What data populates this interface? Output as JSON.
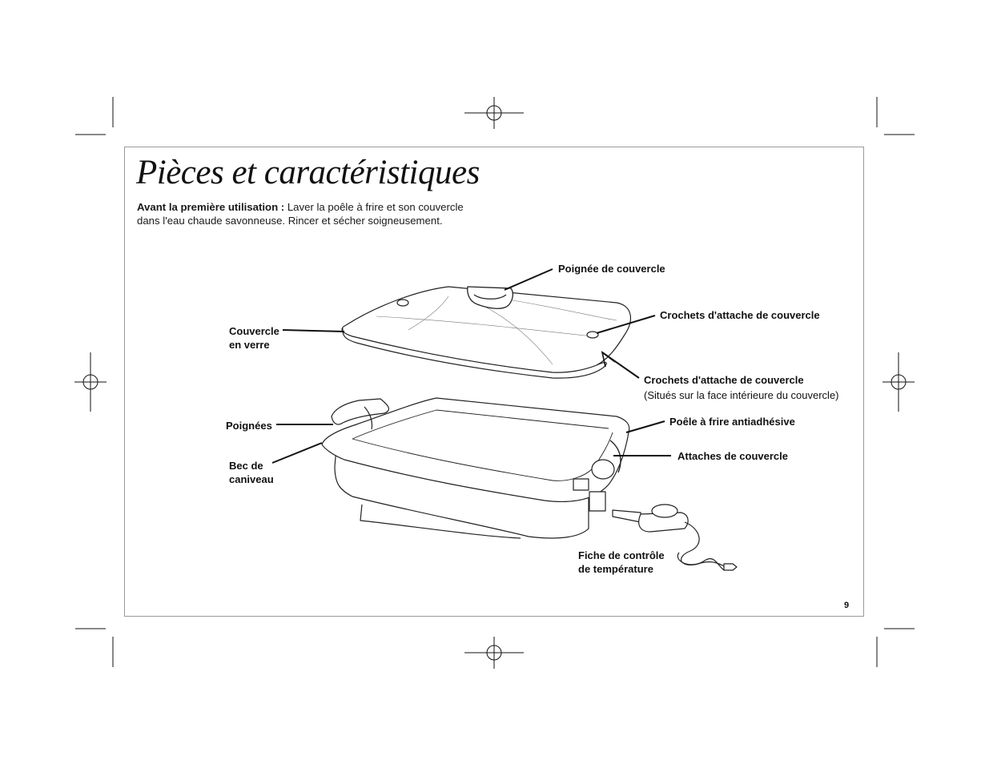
{
  "title": "Pièces et caractéristiques",
  "intro": {
    "bold_lead": "Avant la première utilisation :",
    "line1_rest": " Laver la poêle à frire et son couvercle",
    "line2": "dans l'eau chaude savonneuse. Rincer et sécher soigneusement."
  },
  "labels": {
    "lid_handle": "Poignée de couvercle",
    "lid_hooks_top": "Crochets d'attache de couvercle",
    "glass_lid_line1": "Couvercle",
    "glass_lid_line2": "en verre",
    "lid_hooks_inner": "Crochets d'attache de couvercle",
    "lid_hooks_inner_note": "(Situés sur la face intérieure du couvercle)",
    "handles": "Poignées",
    "nonstick_pan": "Poêle à frire antiadhésive",
    "spout_line1": "Bec de",
    "spout_line2": "caniveau",
    "lid_attachments": "Attaches de couvercle",
    "temp_control_line1": "Fiche de contrôle",
    "temp_control_line2": "de température"
  },
  "page_number": "9"
}
